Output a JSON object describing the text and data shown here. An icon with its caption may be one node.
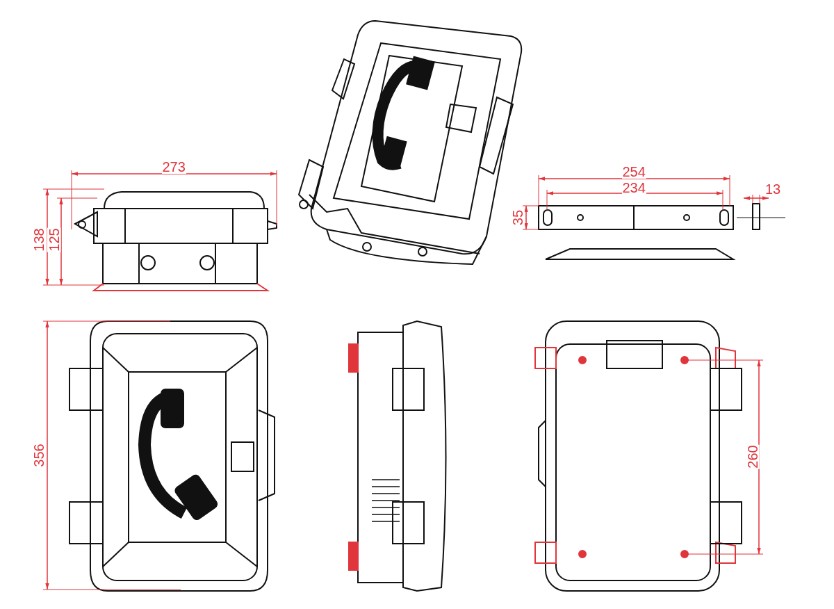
{
  "diagram": {
    "labels": [
      "273",
      "254",
      "234",
      "13",
      "35",
      "138",
      "125",
      "356",
      "260"
    ]
  }
}
